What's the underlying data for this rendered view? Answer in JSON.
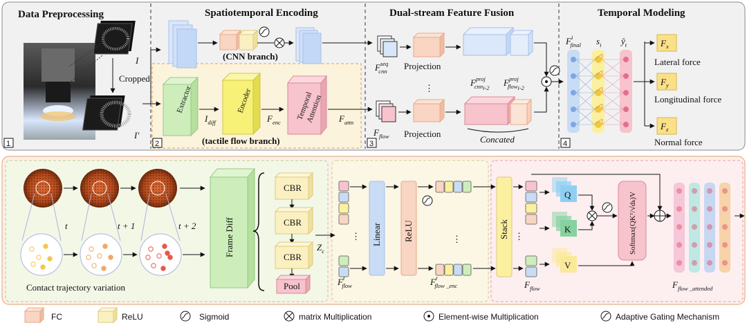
{
  "stages": {
    "s1": {
      "num": "1",
      "title": "Data Preprocessing",
      "cropped": "Cropped",
      "i": "I",
      "iprime": "I'"
    },
    "s2": {
      "num": "2",
      "title": "Spatiotemporal Encoding",
      "cnn_branch": "(CNN branch)",
      "tactile_branch": "(tactile flow branch)",
      "extractor": "Extractor",
      "encoder": "Encoder",
      "temporal_attention_1": "Temporal",
      "temporal_attention_2": "Attention",
      "idiff": "I",
      "idiff_sub": "diff",
      "fenc": "F",
      "fenc_sub": "enc",
      "fattn": "F",
      "fattn_sub": "attn"
    },
    "s3": {
      "num": "3",
      "title": "Dual-stream Feature Fusion",
      "projection_top": "Projection",
      "projection_bottom": "Projection",
      "vdots": "⋮",
      "concated": "Concated",
      "fcnn": "F",
      "fcnn_sup": "seq",
      "fcnn_sub": "cnn",
      "fflow": "F",
      "fflow_sub": "flow",
      "pcnn": "F",
      "pcnn_sup": "proj",
      "pcnn_sub": "cnn",
      "pcnn_idx": "i-2",
      "pflow": "F",
      "pflow_sup": "proj",
      "pflow_sub": "flow",
      "pflow_idx": "i-2"
    },
    "s4": {
      "num": "4",
      "title": "Temporal Modeling",
      "ffinal": "F",
      "ffinal_sup": "i",
      "ffinal_sub": "final",
      "si": "s",
      "si_sub": "i",
      "yt": "ŷ",
      "yt_sub": "t",
      "fx": "F",
      "fx_sub": "x",
      "fy": "F",
      "fy_sub": "y",
      "fz": "F",
      "fz_sub": "z",
      "lateral": "Lateral force",
      "longitudinal": "Longitudinal force",
      "normal": "Normal force"
    }
  },
  "bottom": {
    "t": "t",
    "t1": "t + 1",
    "t2": "t + 2",
    "contact": "Contact trajectory variation",
    "frame_diff": "Frame Diff",
    "cbr1": "CBR",
    "cbr2": "CBR",
    "cbr3": "CBR",
    "pool": "Pool",
    "zc": "Z",
    "zc_sub": "c",
    "linear": "Linear",
    "relu": "ReLU",
    "stack": "Stack",
    "ft_flow": "F",
    "ft_flow_sup": "t",
    "ft_flow_sub": "flow",
    "ft_enc": "F",
    "ft_enc_sup": "t",
    "ft_enc_sub": "flow _enc",
    "f_flow": "F",
    "f_flow_sub": "flow",
    "f_attended": "F",
    "f_attended_sub": "flow _attended",
    "q": "Q",
    "k": "K",
    "v": "V",
    "softmax": "Softmax(QKᵀ/√dₖ)V",
    "vd1": "⋮",
    "vd2": "⋮",
    "vd3": "⋮"
  },
  "legend": {
    "fc": "FC",
    "relu": "ReLU",
    "sigmoid": "Sigmoid",
    "matmul": "matrix Multiplication",
    "elementwise": "Element-wise Multiplication",
    "adaptive": "Adaptive Gating Mechanism"
  },
  "colors": {
    "blue": "#c8dcf5",
    "fc": "#f9d5c3",
    "relu": "#fbf0c2",
    "green": "#cdeebb",
    "yellow": "#f7f178",
    "pink": "#f7c3cc",
    "q": "#8fcff2",
    "k": "#86d2a0",
    "v": "#fbe99a"
  }
}
